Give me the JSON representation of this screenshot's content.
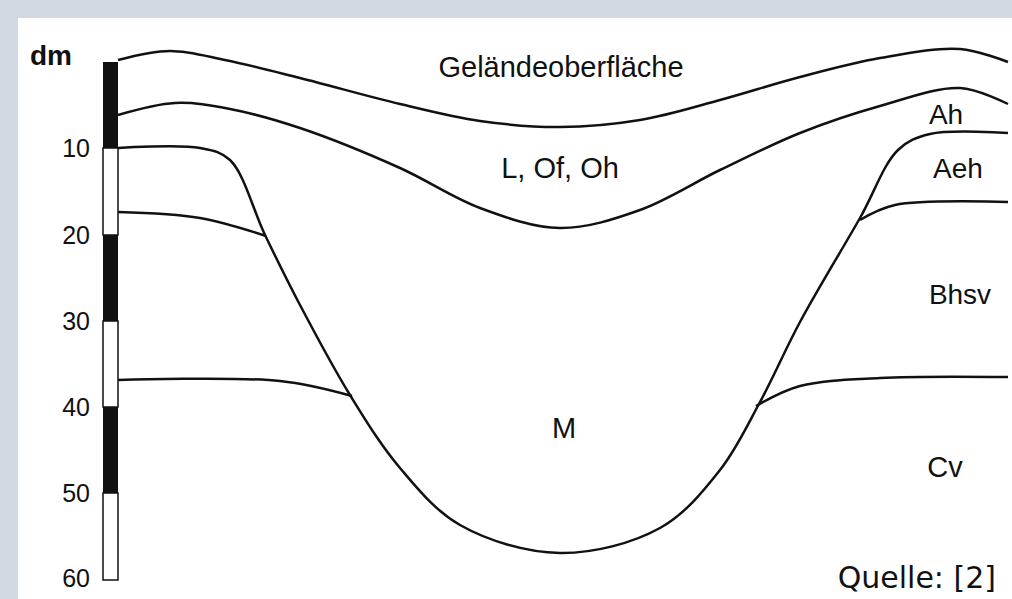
{
  "diagram": {
    "labels": [
      "dm",
      "10",
      "20",
      "30",
      "40",
      "50",
      "60",
      "Geländeoberfläche",
      "Ah",
      "L, Of, Oh",
      "Aeh",
      "Bhsv",
      "M",
      "Cv",
      "Quelle: [2]"
    ]
  }
}
